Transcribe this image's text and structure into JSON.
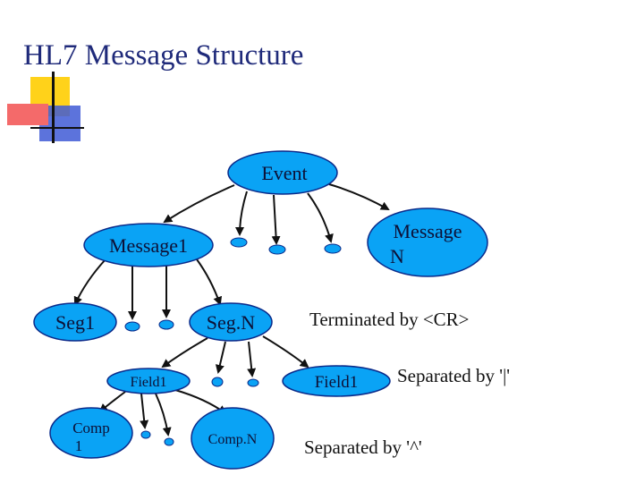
{
  "title": "HL7 Message Structure",
  "colors": {
    "node_fill": "#0aa3f5",
    "node_stroke": "#0a2a8a",
    "title_color": "#1f2a7a"
  },
  "nodes": {
    "event": "Event",
    "message1": "Message1",
    "messageN_line1": "Message",
    "messageN_line2": "N",
    "seg1": "Seg1",
    "segN": "Seg.N",
    "field1_left": "Field1",
    "field1_right": "Field1",
    "comp1_line1": "Comp",
    "comp1_line2": "1",
    "compN": "Comp.N"
  },
  "annotations": {
    "segment_terminator": "Terminated by <CR>",
    "field_separator": "Separated by '|'",
    "component_separator": "Separated by '^'"
  }
}
